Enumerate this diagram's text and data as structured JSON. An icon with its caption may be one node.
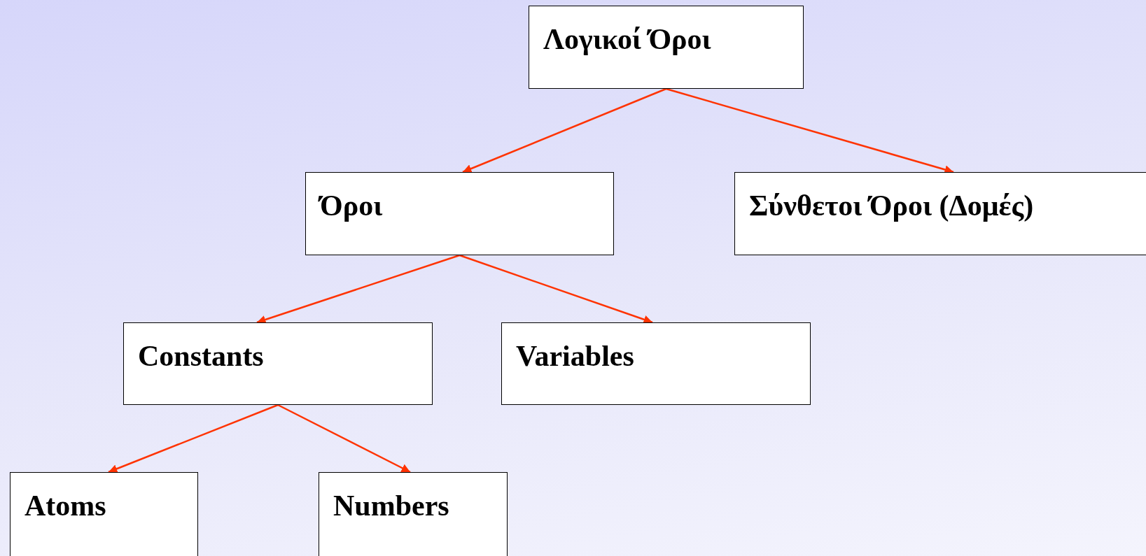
{
  "diagram": {
    "nodes": [
      {
        "text": [
          "Λογικοί Όροι"
        ]
      },
      {
        "text": [
          "Όροι"
        ]
      },
      {
        "text": [
          "Σύνθετοι Όροι (Δομές)"
        ]
      },
      {
        "text": [
          "Constants"
        ]
      },
      {
        "text": [
          "Variables"
        ]
      },
      {
        "text": [
          "Atoms"
        ]
      },
      {
        "text": [
          "Numbers"
        ]
      }
    ],
    "edges": [
      {
        "from": 0,
        "to": 1,
        "arrow": "to"
      },
      {
        "from": 0,
        "to": 2,
        "arrow": "to"
      },
      {
        "from": 1,
        "to": 3,
        "arrow": "to"
      },
      {
        "from": 1,
        "to": 4,
        "arrow": "to"
      },
      {
        "from": 3,
        "to": 5,
        "arrow": "to"
      },
      {
        "from": 3,
        "to": 6,
        "arrow": "to"
      }
    ]
  }
}
